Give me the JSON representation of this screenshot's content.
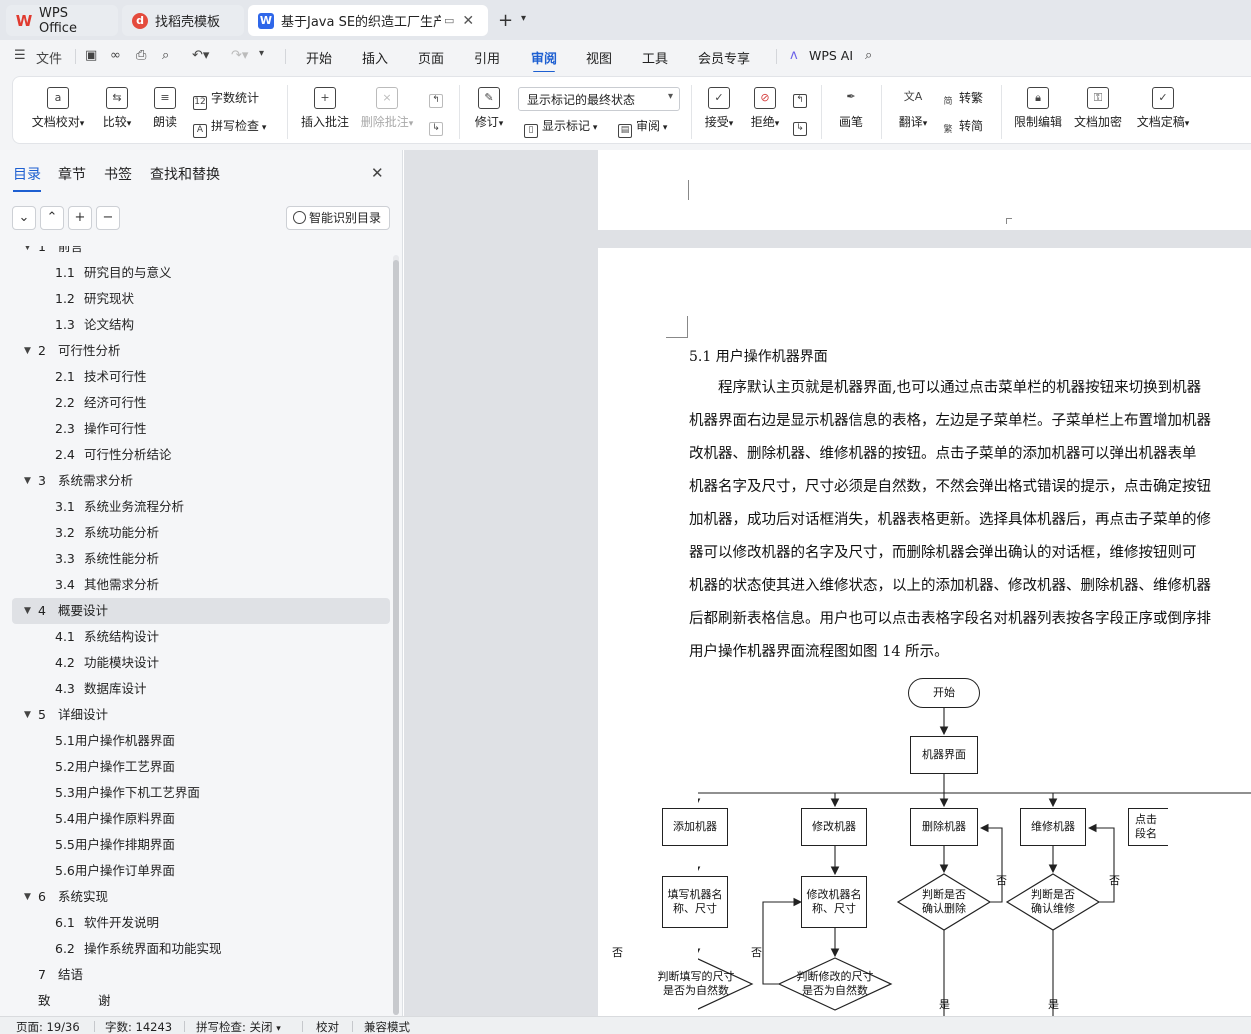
{
  "tabs": {
    "wps": "WPS Office",
    "daoke": "找稻壳模板",
    "doc": "基于Java SE的织造工厂生产管"
  },
  "menu": {
    "file": "文件",
    "items": [
      "开始",
      "插入",
      "页面",
      "引用",
      "审阅",
      "视图",
      "工具",
      "会员专享"
    ],
    "active": "审阅",
    "ai": "WPS AI"
  },
  "ribbon": {
    "doc_proof": "文档校对",
    "compare": "比较",
    "read_aloud": "朗读",
    "word_count": "字数统计",
    "spell_check": "拼写检查",
    "insert_comment": "插入批注",
    "delete_comment": "删除批注",
    "revise": "修订",
    "markup_state": "显示标记的最终状态",
    "show_markup": "显示标记",
    "review": "审阅",
    "accept": "接受",
    "reject": "拒绝",
    "pen": "画笔",
    "translate": "翻译",
    "to_traditional": "转繁",
    "to_simplified": "转简",
    "restrict_edit": "限制编辑",
    "encrypt": "文档加密",
    "finalize": "文档定稿"
  },
  "nav": {
    "tabs": [
      "目录",
      "章节",
      "书签",
      "查找和替换"
    ],
    "smart_toc": "智能识别目录",
    "toc": [
      {
        "num": "1",
        "text": "前言",
        "level": 1
      },
      {
        "num": "1.1",
        "text": "研究目的与意义",
        "level": 2
      },
      {
        "num": "1.2",
        "text": "研究现状",
        "level": 2
      },
      {
        "num": "1.3",
        "text": "论文结构",
        "level": 2
      },
      {
        "num": "2",
        "text": "可行性分析",
        "level": 1
      },
      {
        "num": "2.1",
        "text": "技术可行性",
        "level": 2
      },
      {
        "num": "2.2",
        "text": "经济可行性",
        "level": 2
      },
      {
        "num": "2.3",
        "text": "操作可行性",
        "level": 2
      },
      {
        "num": "2.4",
        "text": "可行性分析结论",
        "level": 2
      },
      {
        "num": "3",
        "text": "系统需求分析",
        "level": 1
      },
      {
        "num": "3.1",
        "text": "系统业务流程分析",
        "level": 2
      },
      {
        "num": "3.2",
        "text": "系统功能分析",
        "level": 2
      },
      {
        "num": "3.3",
        "text": "系统性能分析",
        "level": 2
      },
      {
        "num": "3.4",
        "text": "其他需求分析",
        "level": 2
      },
      {
        "num": "4",
        "text": "概要设计",
        "level": 1,
        "selected": true
      },
      {
        "num": "4.1",
        "text": "系统结构设计",
        "level": 2
      },
      {
        "num": "4.2",
        "text": "功能模块设计",
        "level": 2
      },
      {
        "num": "4.3",
        "text": "数据库设计",
        "level": 2
      },
      {
        "num": "5",
        "text": "详细设计",
        "level": 1
      },
      {
        "num": "",
        "text": "5.1用户操作机器界面",
        "level": 2
      },
      {
        "num": "",
        "text": "5.2用户操作工艺界面",
        "level": 2
      },
      {
        "num": "",
        "text": "5.3用户操作下机工艺界面",
        "level": 2
      },
      {
        "num": "",
        "text": "5.4用户操作原料界面",
        "level": 2
      },
      {
        "num": "",
        "text": "5.5用户操作排期界面",
        "level": 2
      },
      {
        "num": "",
        "text": "5.6用户操作订单界面",
        "level": 2
      },
      {
        "num": "6",
        "text": "系统实现",
        "level": 1
      },
      {
        "num": "6.1",
        "text": "软件开发说明",
        "level": 2
      },
      {
        "num": "6.2",
        "text": "操作系统界面和功能实现",
        "level": 2
      },
      {
        "num": "7",
        "text": "结语",
        "level": 1,
        "noarrow": true
      },
      {
        "num": "致",
        "text": "谢",
        "level": 1,
        "noarrow": true,
        "ack": true
      }
    ]
  },
  "document": {
    "heading": "5.1  用户操作机器界面",
    "paragraph_lines": [
      "　　程序默认主页就是机器界面,也可以通过点击菜单栏的机器按钮来切换到机器",
      "机器界面右边是显示机器信息的表格，左边是子菜单栏。子菜单栏上布置增加机器",
      "改机器、删除机器、维修机器的按钮。点击子菜单的添加机器可以弹出机器表单",
      "机器名字及尺寸，尺寸必须是自然数，不然会弹出格式错误的提示，点击确定按钮",
      "加机器，成功后对话框消失，机器表格更新。选择具体机器后，再点击子菜单的修",
      "器可以修改机器的名字及尺寸，而删除机器会弹出确认的对话框，维修按钮则可",
      "机器的状态使其进入维修状态，以上的添加机器、修改机器、删除机器、维修机器",
      "后都刷新表格信息。用户也可以点击表格字段名对机器列表按各字段正序或倒序排",
      "用户操作机器界面流程图如图 14 所示。"
    ],
    "flowchart": {
      "start": "开始",
      "machine_ui": "机器界面",
      "add": "添加机器",
      "modify": "修改机器",
      "delete": "删除机器",
      "repair": "维修机器",
      "click_field": "点击\n段名",
      "fill_name": "填写机器名\n称、尺寸",
      "modify_name": "修改机器名\n称、尺寸",
      "confirm_delete": "判断是否\n确认删除",
      "confirm_repair": "判断是否\n确认维修",
      "check_fill": "判断填写的尺寸\n是否为自然数",
      "check_modify": "判断修改的尺寸\n是否为自然数",
      "no": "否",
      "yes": "是"
    }
  },
  "status": {
    "page": "页面: 19/36",
    "words": "字数: 14243",
    "spell": "拼写检查: 关闭",
    "proof": "校对",
    "compat": "兼容模式"
  }
}
